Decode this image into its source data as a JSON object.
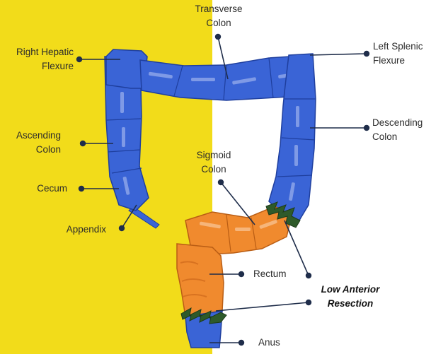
{
  "colors": {
    "background_left": "#f2dc1a",
    "background_right": "#ffffff",
    "colon": "#3a64d6",
    "colon_dark": "#1f3f9e",
    "rectum_sigmoid": "#f08a2e",
    "resection_marker": "#2e5a2a",
    "leader_line": "#1f2d4a"
  },
  "icons": [
    "colon-anatomy",
    "resection-zigzag"
  ],
  "labels": {
    "transverse": [
      "Transverse",
      "Colon"
    ],
    "right_hepatic": [
      "Right Hepatic",
      "Flexure"
    ],
    "left_splenic": [
      "Left Splenic",
      "Flexure"
    ],
    "ascending": [
      "Ascending",
      "Colon"
    ],
    "descending": [
      "Descending",
      "Colon"
    ],
    "sigmoid": [
      "Sigmoid",
      "Colon"
    ],
    "cecum": "Cecum",
    "appendix": "Appendix",
    "rectum": "Rectum",
    "low_anterior": [
      "Low Anterior",
      "Resection"
    ],
    "anus": "Anus"
  }
}
